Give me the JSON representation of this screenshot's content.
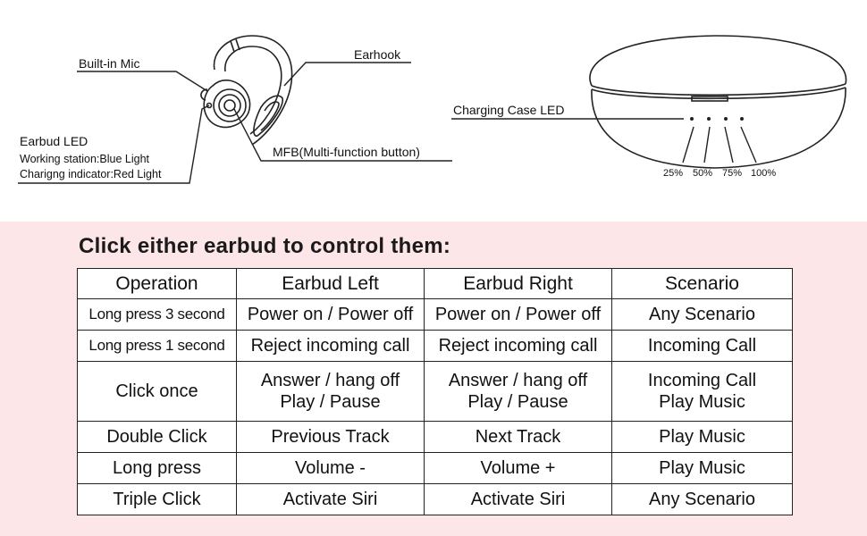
{
  "diagram": {
    "earbud_labels": {
      "earhook": "Earhook",
      "built_in_mic": "Built-in Mic",
      "earbud_led": "Earbud LED",
      "working_station": "Working station:Blue Light",
      "charging_indicator": "Charigng indicator:Red Light",
      "mfb": "MFB(Multi-function button)"
    },
    "case_labels": {
      "charging_case_led": "Charging Case LED",
      "levels": [
        "25%",
        "50%",
        "75%",
        "100%"
      ]
    }
  },
  "controls": {
    "heading": "Click either earbud to control them:",
    "columns": [
      "Operation",
      "Earbud Left",
      "Earbud Right",
      "Scenario"
    ],
    "rows": [
      {
        "operation": "Long press 3 second",
        "left": [
          "Power on / Power off"
        ],
        "right": [
          "Power on / Power off"
        ],
        "scenario": [
          "Any Scenario"
        ]
      },
      {
        "operation": "Long press 1 second",
        "left": [
          "Reject incoming call"
        ],
        "right": [
          "Reject incoming call"
        ],
        "scenario": [
          "Incoming Call"
        ]
      },
      {
        "operation": "Click once",
        "left": [
          "Answer / hang off",
          "Play / Pause"
        ],
        "right": [
          "Answer / hang off",
          "Play / Pause"
        ],
        "scenario": [
          "Incoming Call",
          "Play Music"
        ]
      },
      {
        "operation": "Double Click",
        "left": [
          "Previous Track"
        ],
        "right": [
          "Next Track"
        ],
        "scenario": [
          "Play Music"
        ]
      },
      {
        "operation": "Long press",
        "left": [
          "Volume -"
        ],
        "right": [
          "Volume +"
        ],
        "scenario": [
          "Play Music"
        ]
      },
      {
        "operation": "Triple Click",
        "left": [
          "Activate Siri"
        ],
        "right": [
          "Activate Siri"
        ],
        "scenario": [
          "Any Scenario"
        ]
      }
    ]
  }
}
